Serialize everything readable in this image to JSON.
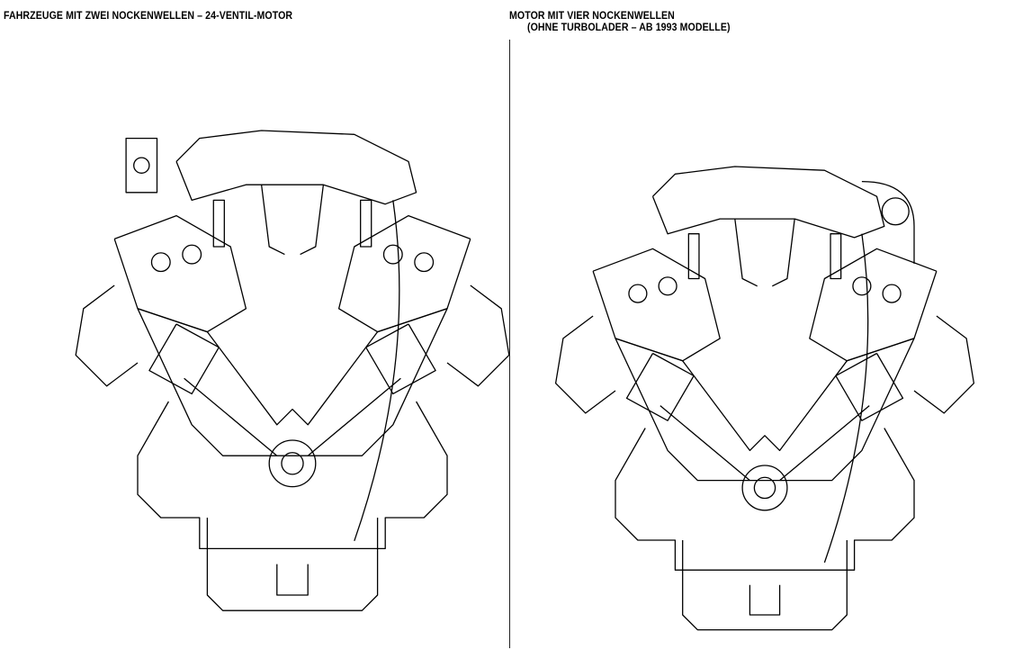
{
  "left_panel": {
    "title": "FAHRZEUGE MIT ZWEI NOCKENWELLEN – 24-VENTIL-MOTOR",
    "drawing": "v6-dohc-engine-cross-section"
  },
  "right_panel": {
    "title_line1": "MOTOR MIT VIER NOCKENWELLEN",
    "title_line2": "(OHNE TURBOLADER – AB 1993 MODELLE)",
    "drawing": "v6-quad-cam-engine-cross-section"
  }
}
